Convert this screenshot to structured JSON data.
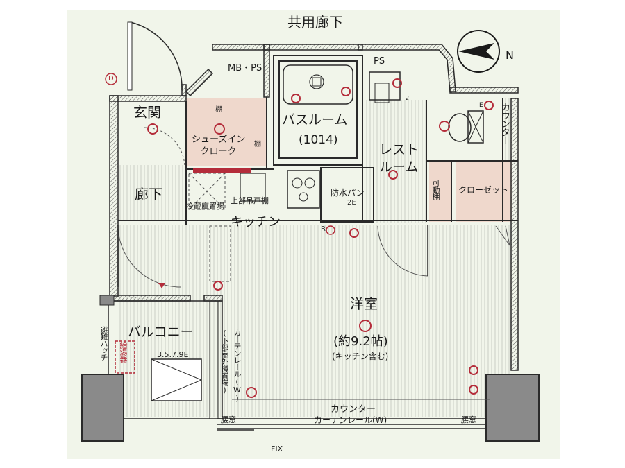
{
  "corridor": "共用廊下",
  "labels": {
    "mbps": "MB・PS",
    "ps": "PS",
    "genkan": "玄関",
    "tana_top": "棚",
    "tana_side": "棚",
    "shoes_in_closet": "シューズイン\nクローク",
    "bathroom": "バスルーム",
    "bath_size": "(1014)",
    "restroom": "レスト\nルーム",
    "counter_right": "カウンター",
    "hallway": "廊下",
    "waterproof_pan": "防水パン",
    "pan_code": "2E",
    "movable_shelf": "可動棚",
    "closet": "クローゼット",
    "fridge_place": "冷蔵庫置場",
    "upper_cabinet": "上部吊戸棚",
    "kitchen": "キッチン",
    "western_room": "洋室",
    "room_size": "(約9.2帖)",
    "room_note": "(キッチン含む)",
    "balcony": "バルコニー",
    "balcony_size": "3.5.7.9E",
    "water_heater": "給湯器",
    "evac_hatch": "避難ハッチ",
    "curtain_rail_v": "カーテンレール(W)",
    "outdoor_unit": "(下部室外機置場)",
    "counter_bottom": "カウンター",
    "curtain_rail_h": "カーテンレール(W)",
    "waist_window_left": "腰窓",
    "waist_window_right": "腰窓",
    "fix": "FIX",
    "north": "N",
    "symbol_d": "D",
    "symbol_e": "E",
    "symbol_r": "R",
    "symbol_2": "2"
  },
  "colors": {
    "paper": "#f1f5ea",
    "wall": "#2a2a2a",
    "storage_fill": "#efd8cc",
    "outlet_red": "#b42c3a",
    "floor_line": "#c9cdc4",
    "outdoor_gray": "#8a8a8a"
  }
}
